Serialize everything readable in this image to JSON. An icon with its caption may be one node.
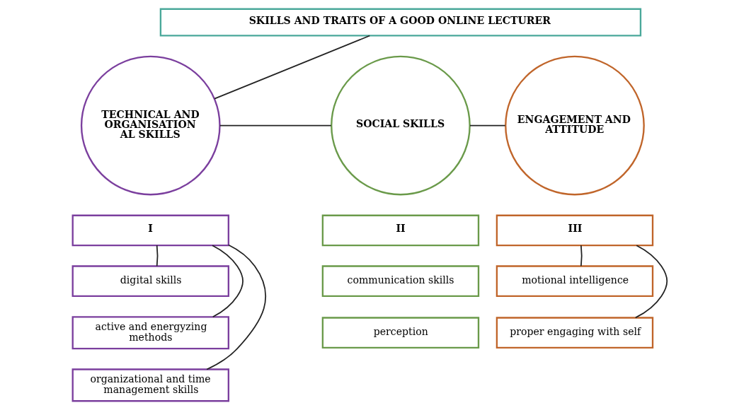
{
  "diagram": {
    "nodes": [
      {
        "text": [
          "SKILLS AND TRAITS OF A GOOD ONLINE LECTURER"
        ]
      },
      {
        "text": [
          "TECHNICAL AND ORGANISATION AL SKILLS"
        ]
      },
      {
        "text": [
          "SOCIAL SKILLS"
        ]
      },
      {
        "text": [
          "ENGAGEMENT AND ATTITUDE"
        ]
      },
      {
        "text": [
          "I"
        ]
      },
      {
        "text": [
          "II"
        ]
      },
      {
        "text": [
          "III"
        ]
      },
      {
        "text": [
          "digital skills"
        ]
      },
      {
        "text": [
          "active and energyzing methods"
        ]
      },
      {
        "text": [
          "organizational and time management skills"
        ]
      },
      {
        "text": [
          "communication skills"
        ]
      },
      {
        "text": [
          "perception"
        ]
      },
      {
        "text": [
          "motional intelligence"
        ]
      },
      {
        "text": [
          "proper engaging with self"
        ]
      }
    ],
    "edges": [
      {
        "from": 0,
        "to": 1,
        "arrow": "none"
      },
      {
        "from": 1,
        "to": 2,
        "arrow": "none"
      },
      {
        "from": 2,
        "to": 3,
        "arrow": "none"
      },
      {
        "from": 4,
        "to": 7,
        "arrow": "none"
      },
      {
        "from": 4,
        "to": 8,
        "arrow": "none"
      },
      {
        "from": 4,
        "to": 9,
        "arrow": "none"
      },
      {
        "from": 6,
        "to": 12,
        "arrow": "none"
      },
      {
        "from": 6,
        "to": 13,
        "arrow": "none"
      }
    ]
  }
}
